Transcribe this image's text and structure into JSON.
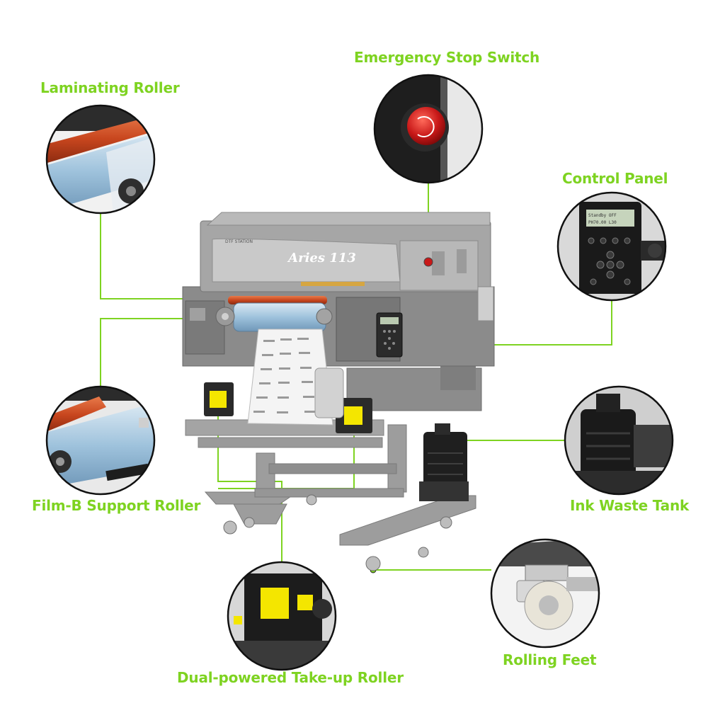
{
  "labels": {
    "laminating_roller": "Laminating Roller",
    "emergency_stop": "Emergency Stop Switch",
    "control_panel": "Control Panel",
    "film_b_support": "Film-B Support Roller",
    "ink_waste_tank": "Ink Waste Tank",
    "dual_takeup": "Dual-powered Take-up Roller",
    "rolling_feet": "Rolling Feet"
  },
  "printer": {
    "model": "Aries 113",
    "brand": "DTF STATION",
    "panel_display_line1": "Standby   OFF",
    "panel_display_line2": "PH70.00  L30"
  },
  "colors": {
    "accent": "#7ed321",
    "machine_gray": "#a9a9a9",
    "roller_red": "#c8461e",
    "film_blue": "#8fb8d8",
    "estop_red": "#c81818",
    "hazard_yellow": "#f4e600"
  }
}
